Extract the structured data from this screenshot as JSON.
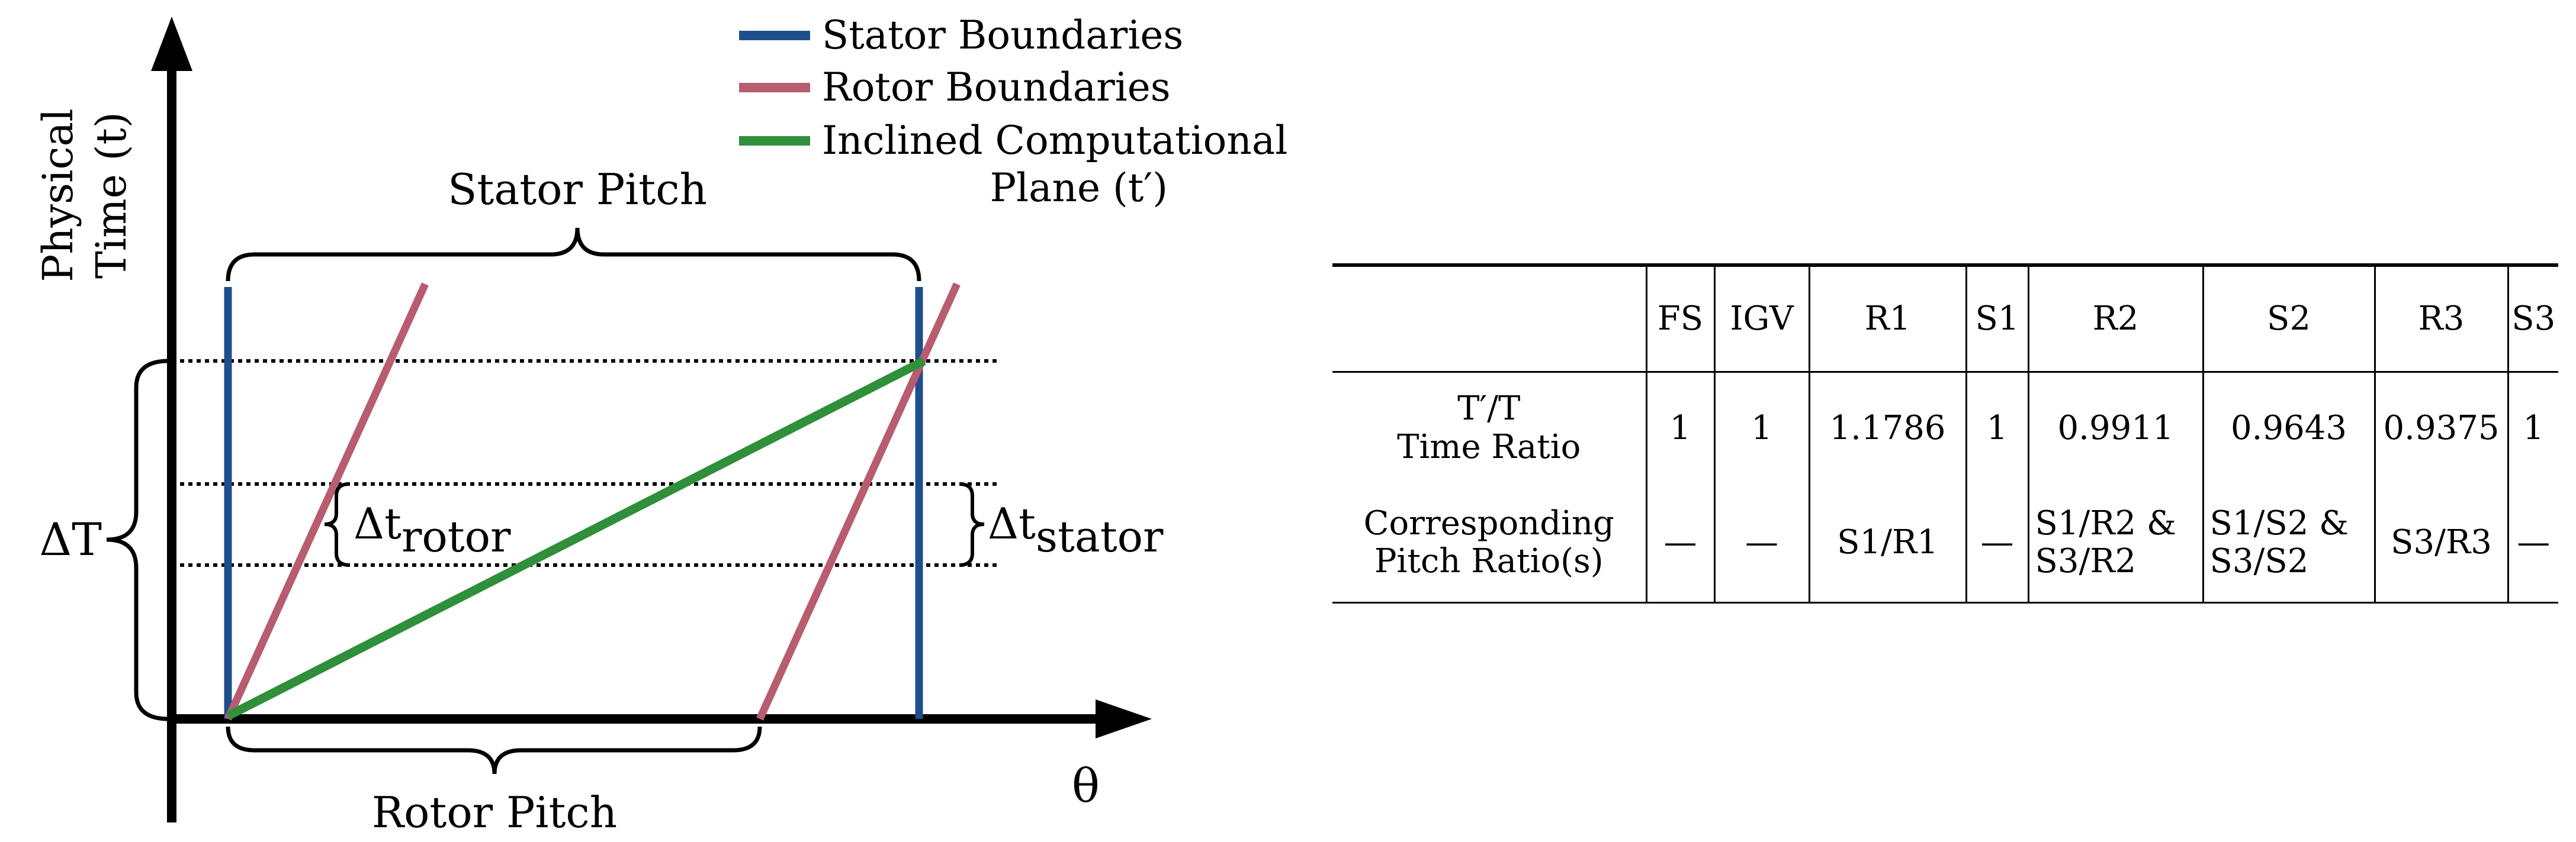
{
  "diagram": {
    "legend": [
      {
        "label": "Stator Boundaries",
        "color": "#1f4e8c"
      },
      {
        "label": "Rotor Boundaries",
        "color": "#b85c70"
      },
      {
        "label": "Inclined Computational",
        "label2": "Plane (t′)",
        "color": "#2f8f3a"
      }
    ],
    "y_axis_label_line1": "Physical",
    "y_axis_label_line2": "Time (t)",
    "x_axis_label": "θ",
    "stator_pitch_label": "Stator Pitch",
    "rotor_pitch_label": "Rotor Pitch",
    "delta_T_label": "ΔT",
    "delta_t_rotor_main": "Δt",
    "delta_t_rotor_sub": "rotor",
    "delta_t_stator_main": "Δt",
    "delta_t_stator_sub": "stator"
  },
  "table": {
    "columns": [
      "",
      "FS",
      "IGV",
      "R1",
      "S1",
      "R2",
      "S2",
      "R3",
      "S3"
    ],
    "rows": [
      {
        "label": "T′/T\nTime Ratio",
        "cells": [
          "1",
          "1",
          "1.1786",
          "1",
          "0.9911",
          "0.9643",
          "0.9375",
          "1"
        ]
      },
      {
        "label": "Corresponding\nPitch Ratio(s)",
        "cells": [
          "—",
          "—",
          "S1/R1",
          "—",
          "S1/R2 &\nS3/R2",
          "S1/S2 &\nS3/S2",
          "S3/R3",
          "—"
        ]
      }
    ]
  }
}
